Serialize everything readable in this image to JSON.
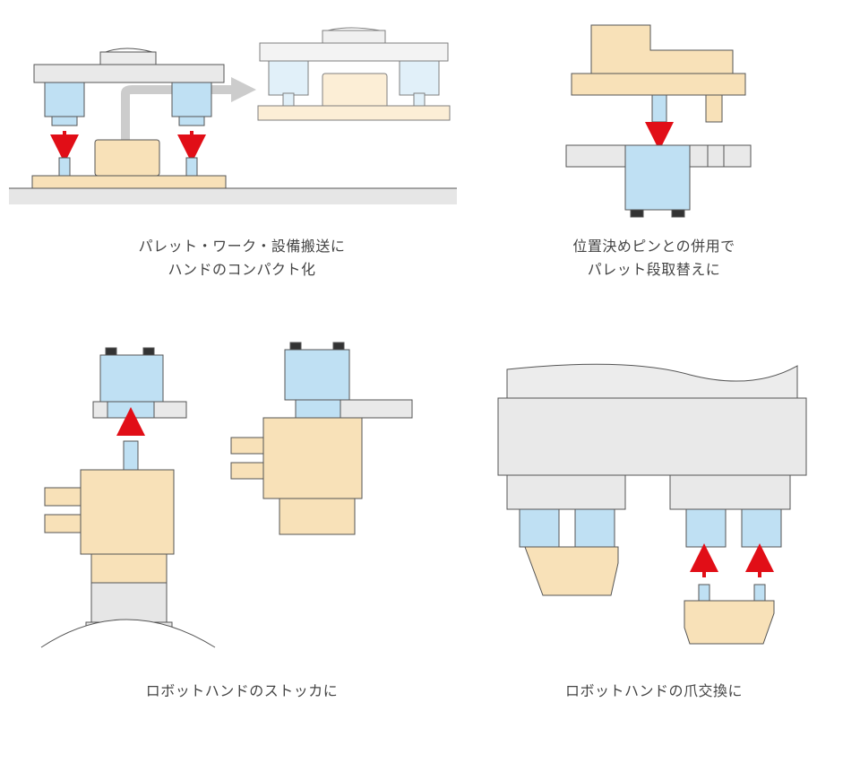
{
  "colors": {
    "plate_gray": "#e9e9e9",
    "outline": "#555555",
    "clamp_blue": "#bfe0f3",
    "work_beige": "#f8e1b8",
    "arrow_red": "#e10e17",
    "route_gray": "#cccccc",
    "floor_gray": "#e6e6e6"
  },
  "panels": [
    {
      "id": "pallet-transfer",
      "caption_lines": [
        "パレット・ワーク・設備搬送に",
        "ハンドのコンパクト化"
      ]
    },
    {
      "id": "locating-pin",
      "caption_lines": [
        "位置決めピンとの併用で",
        "パレット段取替えに"
      ]
    },
    {
      "id": "robot-stocker",
      "caption_lines": [
        "ロボットハンドのストッカに"
      ]
    },
    {
      "id": "claw-exchange",
      "caption_lines": [
        "ロボットハンドの爪交換に"
      ]
    }
  ]
}
